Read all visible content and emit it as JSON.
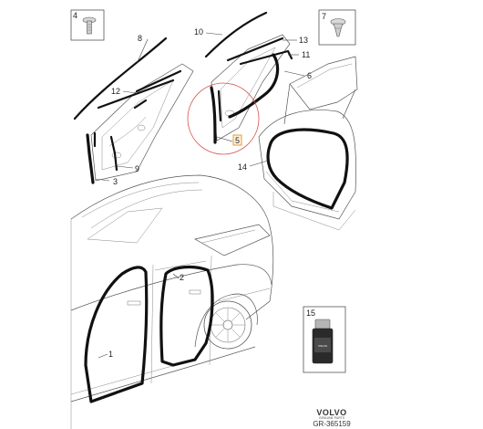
{
  "callouts": {
    "c1": "1",
    "c2": "2",
    "c3": "3",
    "c4": "4",
    "c5": "5",
    "c6": "6",
    "c7": "7",
    "c8": "8",
    "c9": "9",
    "c10": "10",
    "c11": "11",
    "c12": "12",
    "c13": "13",
    "c14": "14",
    "c15": "15"
  },
  "brand": {
    "name": "VOLVO",
    "subtitle": "GENUINE PARTS",
    "bottle_label": "VOLVO"
  },
  "reference": "GR-365159",
  "colors": {
    "highlight_circle": "#d9534f",
    "callout_highlight_border": "#e39b3b",
    "callout_highlight_fill": "#fff3dc",
    "seal": "#111111",
    "outline": "#555555"
  },
  "icons": {
    "clip_4": "push-clip-icon",
    "clip_7": "push-clip-icon",
    "bottle_15": "adhesive-bottle-icon"
  }
}
